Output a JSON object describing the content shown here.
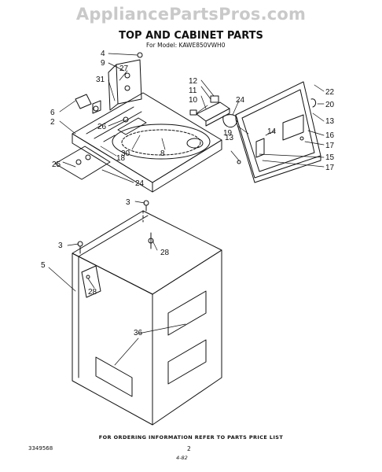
{
  "watermark": "AppliancePartsPros.com",
  "title": "TOP AND CABINET PARTS",
  "model": "For Model: KAWE850VWH0",
  "callouts": {
    "c2": "2",
    "c3a": "3",
    "c3b": "3",
    "c4": "4",
    "c5": "5",
    "c6": "6",
    "c8": "8",
    "c9": "9",
    "c10": "10",
    "c11": "11",
    "c12": "12",
    "c13a": "13",
    "c13b": "13",
    "c14": "14",
    "c15": "15",
    "c16": "16",
    "c17a": "17",
    "c17b": "17",
    "c18": "18",
    "c19": "19",
    "c20": "20",
    "c22": "22",
    "c24a": "24",
    "c24b": "24",
    "c25": "25",
    "c26": "26",
    "c27": "27",
    "c28a": "28",
    "c28b": "28",
    "c30": "30",
    "c31": "31",
    "c36": "36"
  },
  "footer": "FOR ORDERING INFORMATION REFER TO PARTS PRICE LIST",
  "page_number": "2",
  "doc_code": "3349568",
  "bottom_mark": "4-82"
}
